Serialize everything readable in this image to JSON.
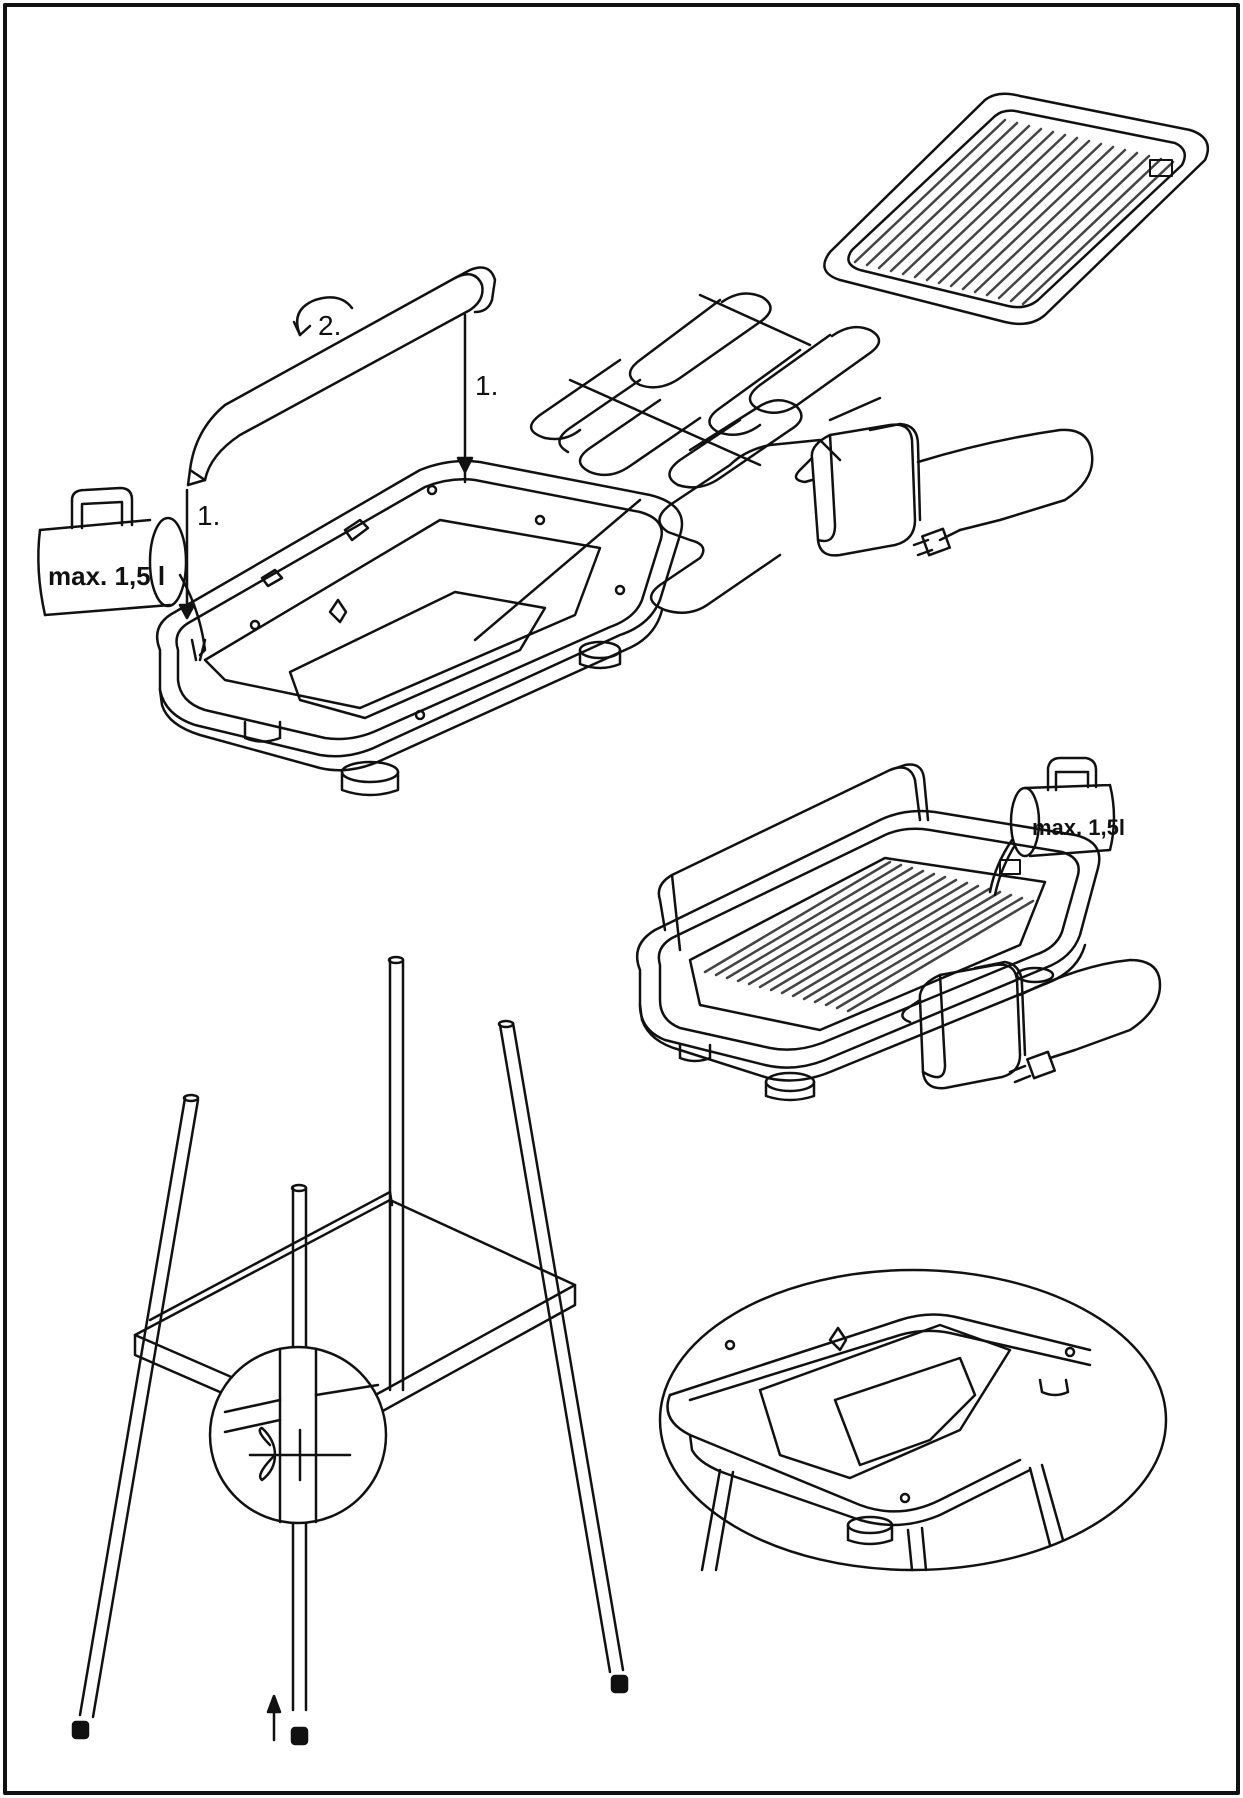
{
  "figure": {
    "kind": "assembly-instruction-illustration",
    "colors": {
      "ink": "#111111",
      "paper": "#ffffff",
      "grate": "#555555"
    }
  },
  "labels": {
    "step_1_right": "1.",
    "step_1_left": "1.",
    "step_2": "2.",
    "cup_capacity_top": "max. 1,5 l",
    "cup_capacity_assembled": "max. 1,5l"
  },
  "parts": {
    "handle": "windshield-handle",
    "base_tray": "drip-tray-base",
    "heating_element": "heating-coil-with-thermostat",
    "plug": "power-plug",
    "grill_grate": "grill-grate",
    "water_cup": "measuring-cup",
    "stand": "four-leg-stand",
    "wing_screw": "wing-screw",
    "leg_caps": "leg-end-caps"
  }
}
